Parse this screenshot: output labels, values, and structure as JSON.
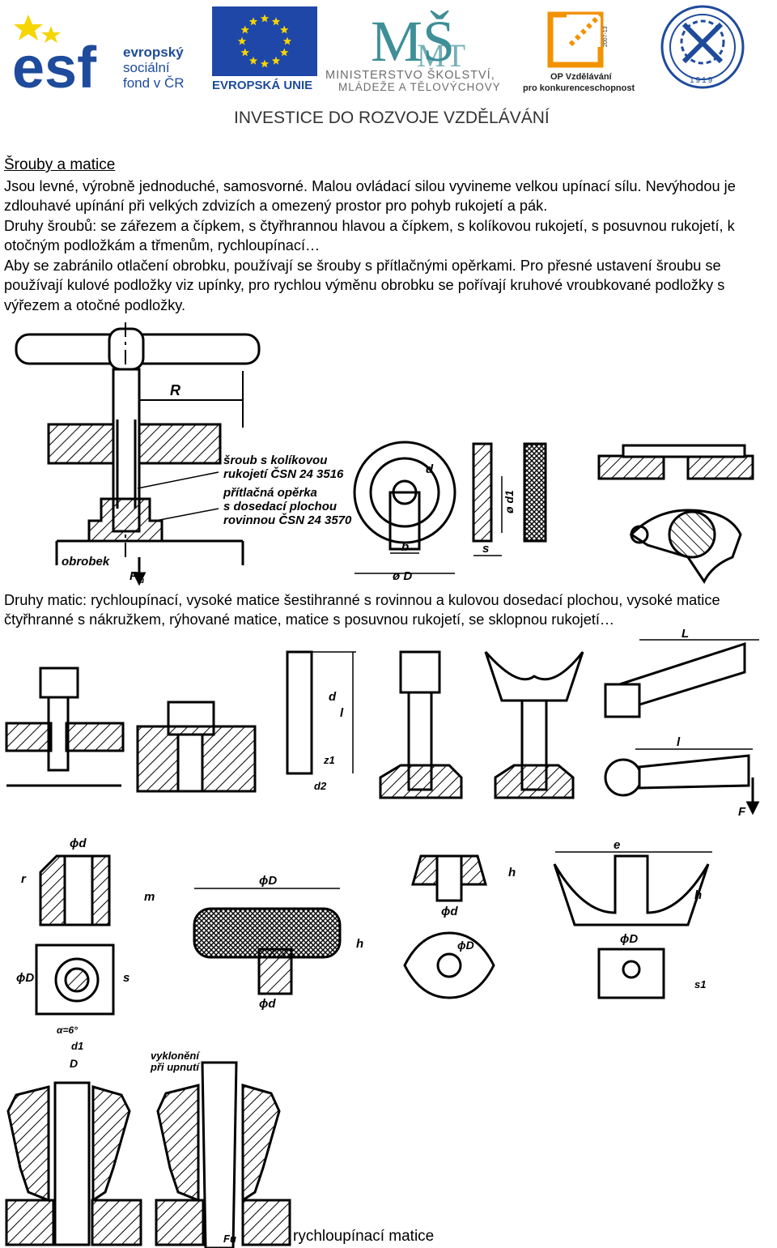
{
  "header": {
    "esf": {
      "line1": "evropský",
      "line2": "sociální",
      "line3": "fond v ČR"
    },
    "eu": {
      "label": "EVROPSKÁ UNIE"
    },
    "msmt": {
      "line1": "MINISTERSTVO ŠKOLSTVÍ,",
      "line2": "MLÁDEŽE A TĚLOVÝCHOVY"
    },
    "op": {
      "line1": "OP Vzdělávání",
      "line2": "pro konkurenceschopnost",
      "years": "2007-13"
    },
    "seal": {
      "year": "1919"
    },
    "tagline": "INVESTICE DO ROZVOJE VZDĚLÁVÁNÍ"
  },
  "section": {
    "title": "Šrouby a matice",
    "p1": "Jsou levné, výrobně jednoduché, samosvorné. Malou ovládací silou vyvineme velkou upínací sílu. Nevýhodou je zdlouhavé upínání při velkých zdvizích a omezený prostor pro pohyb rukojetí a pák.",
    "p2": "Druhy šroubů: se zářezem a čípkem, s čtyřhrannou hlavou a čípkem, s kolíkovou rukojetí, s posuvnou rukojetí, k otočným podložkám a třmenům, rychloupínací…",
    "p3": "Aby se zabránilo otlačení obrobku, používají se šrouby s přítlačnými opěrkami. Pro přesné ustavení šroubu se používají kulové podložky viz upínky, pro rychlou výměnu obrobku se pořívají kruhové vroubkované podložky s výřezem a otočné podložky.",
    "p4": "Druhy matic: rychloupínací, vysoké matice šestihranné s rovinnou a kulovou dosedací plochou, vysoké matice čtyřhranné s nákružkem, rýhované matice, matice s posuvnou rukojetí, se sklopnou rukojetí…",
    "caption": "rychloupínací matice"
  },
  "figure1": {
    "R": "R",
    "note1a": "šroub s kolíkovou",
    "note1b": "rukojetí ČSN 24 3516",
    "note2a": "přítlačná opěrka",
    "note2b": "s dosedací plochou",
    "note2c": "rovinnou ČSN 24 3570",
    "obrobek": "obrobek",
    "Fu": "F",
    "Fu_sub": "u"
  },
  "figure2": {
    "d": "d",
    "b": "b",
    "D": "ø D",
    "s": "s",
    "d1": "ø d1"
  },
  "figure3": {
    "d": "d",
    "l": "l",
    "z1": "z1",
    "d2": "d2",
    "L": "L",
    "l2": "l",
    "F": "F"
  },
  "figure4": {
    "phid": "ϕd",
    "r": "r",
    "m": "m",
    "phiD": "ϕD",
    "s": "s",
    "phiD2": "ϕD",
    "h": "h",
    "phid2": "ϕd",
    "h2": "h",
    "phid3": "ϕd",
    "phiD3": "ϕD",
    "e": "e",
    "h3": "h",
    "phiD4": "ϕD",
    "s1": "s1"
  },
  "figure5": {
    "alpha": "α=6°",
    "d1": "d1",
    "D": "D",
    "tilt1": "vyklonění",
    "tilt2": "při upnutí",
    "Fu": "Fu"
  }
}
